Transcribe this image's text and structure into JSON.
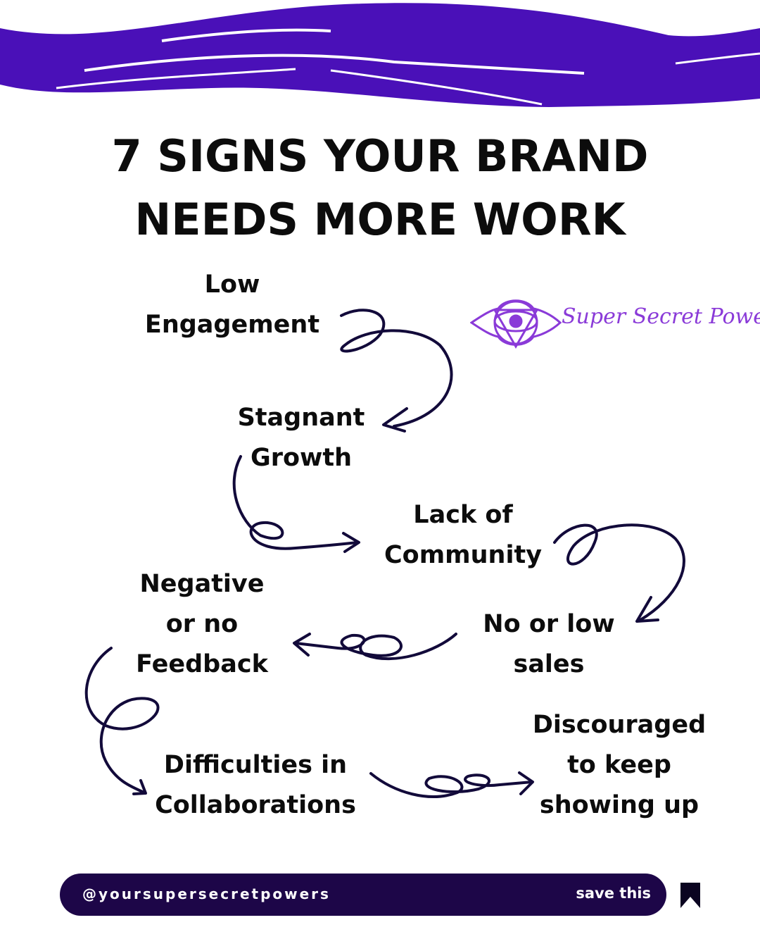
{
  "title": {
    "line1": "7 SIGNS YOUR BRAND",
    "line2": "NEEDS MORE WORK"
  },
  "signs": [
    {
      "lines": [
        "Low",
        "Engagement"
      ]
    },
    {
      "lines": [
        "Stagnant",
        "Growth"
      ]
    },
    {
      "lines": [
        "Lack of",
        "Community"
      ]
    },
    {
      "lines": [
        "No or low",
        "sales"
      ]
    },
    {
      "lines": [
        "Negative",
        "or no",
        "Feedback"
      ]
    },
    {
      "lines": [
        "Difficulties in",
        "Collaborations"
      ]
    },
    {
      "lines": [
        "Discouraged",
        "to keep",
        "showing up"
      ]
    }
  ],
  "logo": {
    "text": "Super Secret Powers",
    "icon": "third-eye-icon"
  },
  "footer": {
    "handle": "@yoursupersecretpowers",
    "save_label": "save this",
    "icon": "bookmark-icon"
  },
  "colors": {
    "brush": "#4a10b8",
    "bar": "#1d0648",
    "arrows": "#120a3a",
    "logo": "#8a3ad8"
  }
}
